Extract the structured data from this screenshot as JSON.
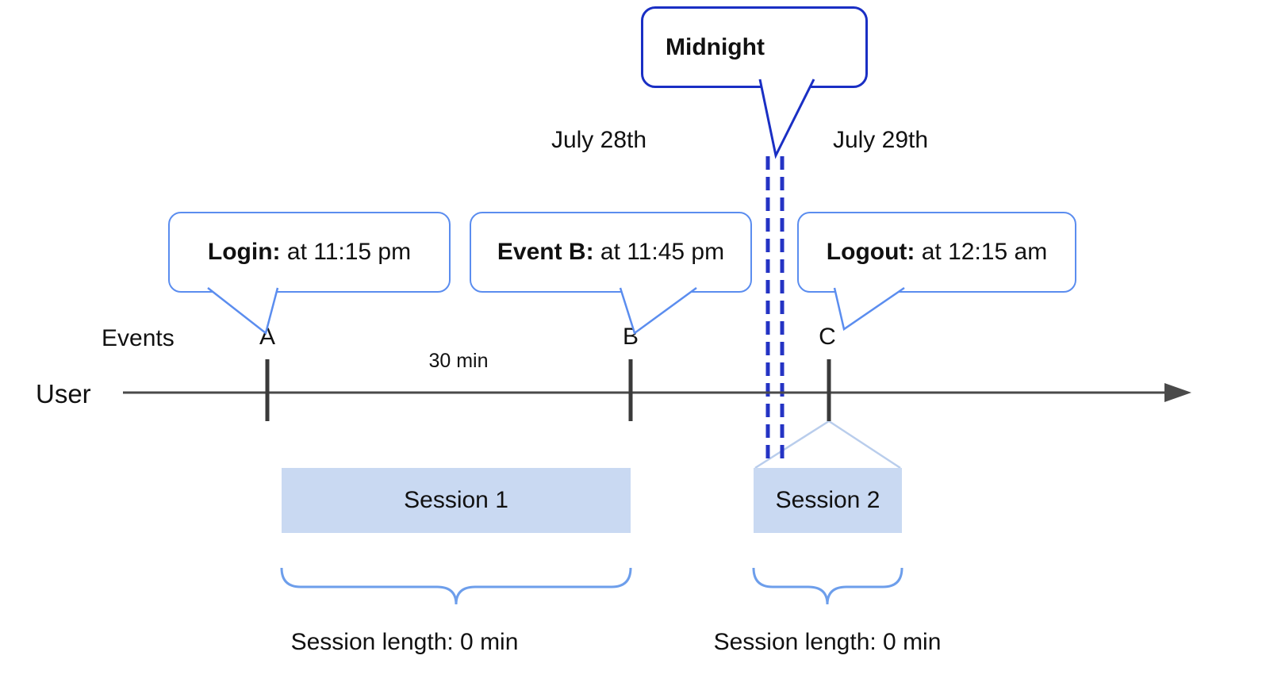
{
  "colors": {
    "bubble_border": "#5b8def",
    "midnight_border": "#1a2fc4",
    "dashed_line": "#2433c4",
    "session_fill": "#c9d9f2",
    "brace": "#6d9eeb",
    "timeline": "#4a4a4a"
  },
  "callouts": {
    "midnight": {
      "label": "Midnight"
    },
    "login": {
      "bold": "Login:",
      "text": " at 11:15 pm"
    },
    "event_b": {
      "bold": "Event B:",
      "text": " at 11:45 pm"
    },
    "logout": {
      "bold": "Logout:",
      "text": " at 12:15 am"
    }
  },
  "dates": {
    "left": "July 28th",
    "right": "July 29th"
  },
  "timeline": {
    "axis_label": "User",
    "events_label": "Events",
    "event_markers": [
      "A",
      "B",
      "C"
    ],
    "interval_label": "30 min"
  },
  "sessions": [
    {
      "label": "Session 1",
      "length": "Session length: 0 min"
    },
    {
      "label": "Session 2",
      "length": "Session length: 0 min"
    }
  ]
}
